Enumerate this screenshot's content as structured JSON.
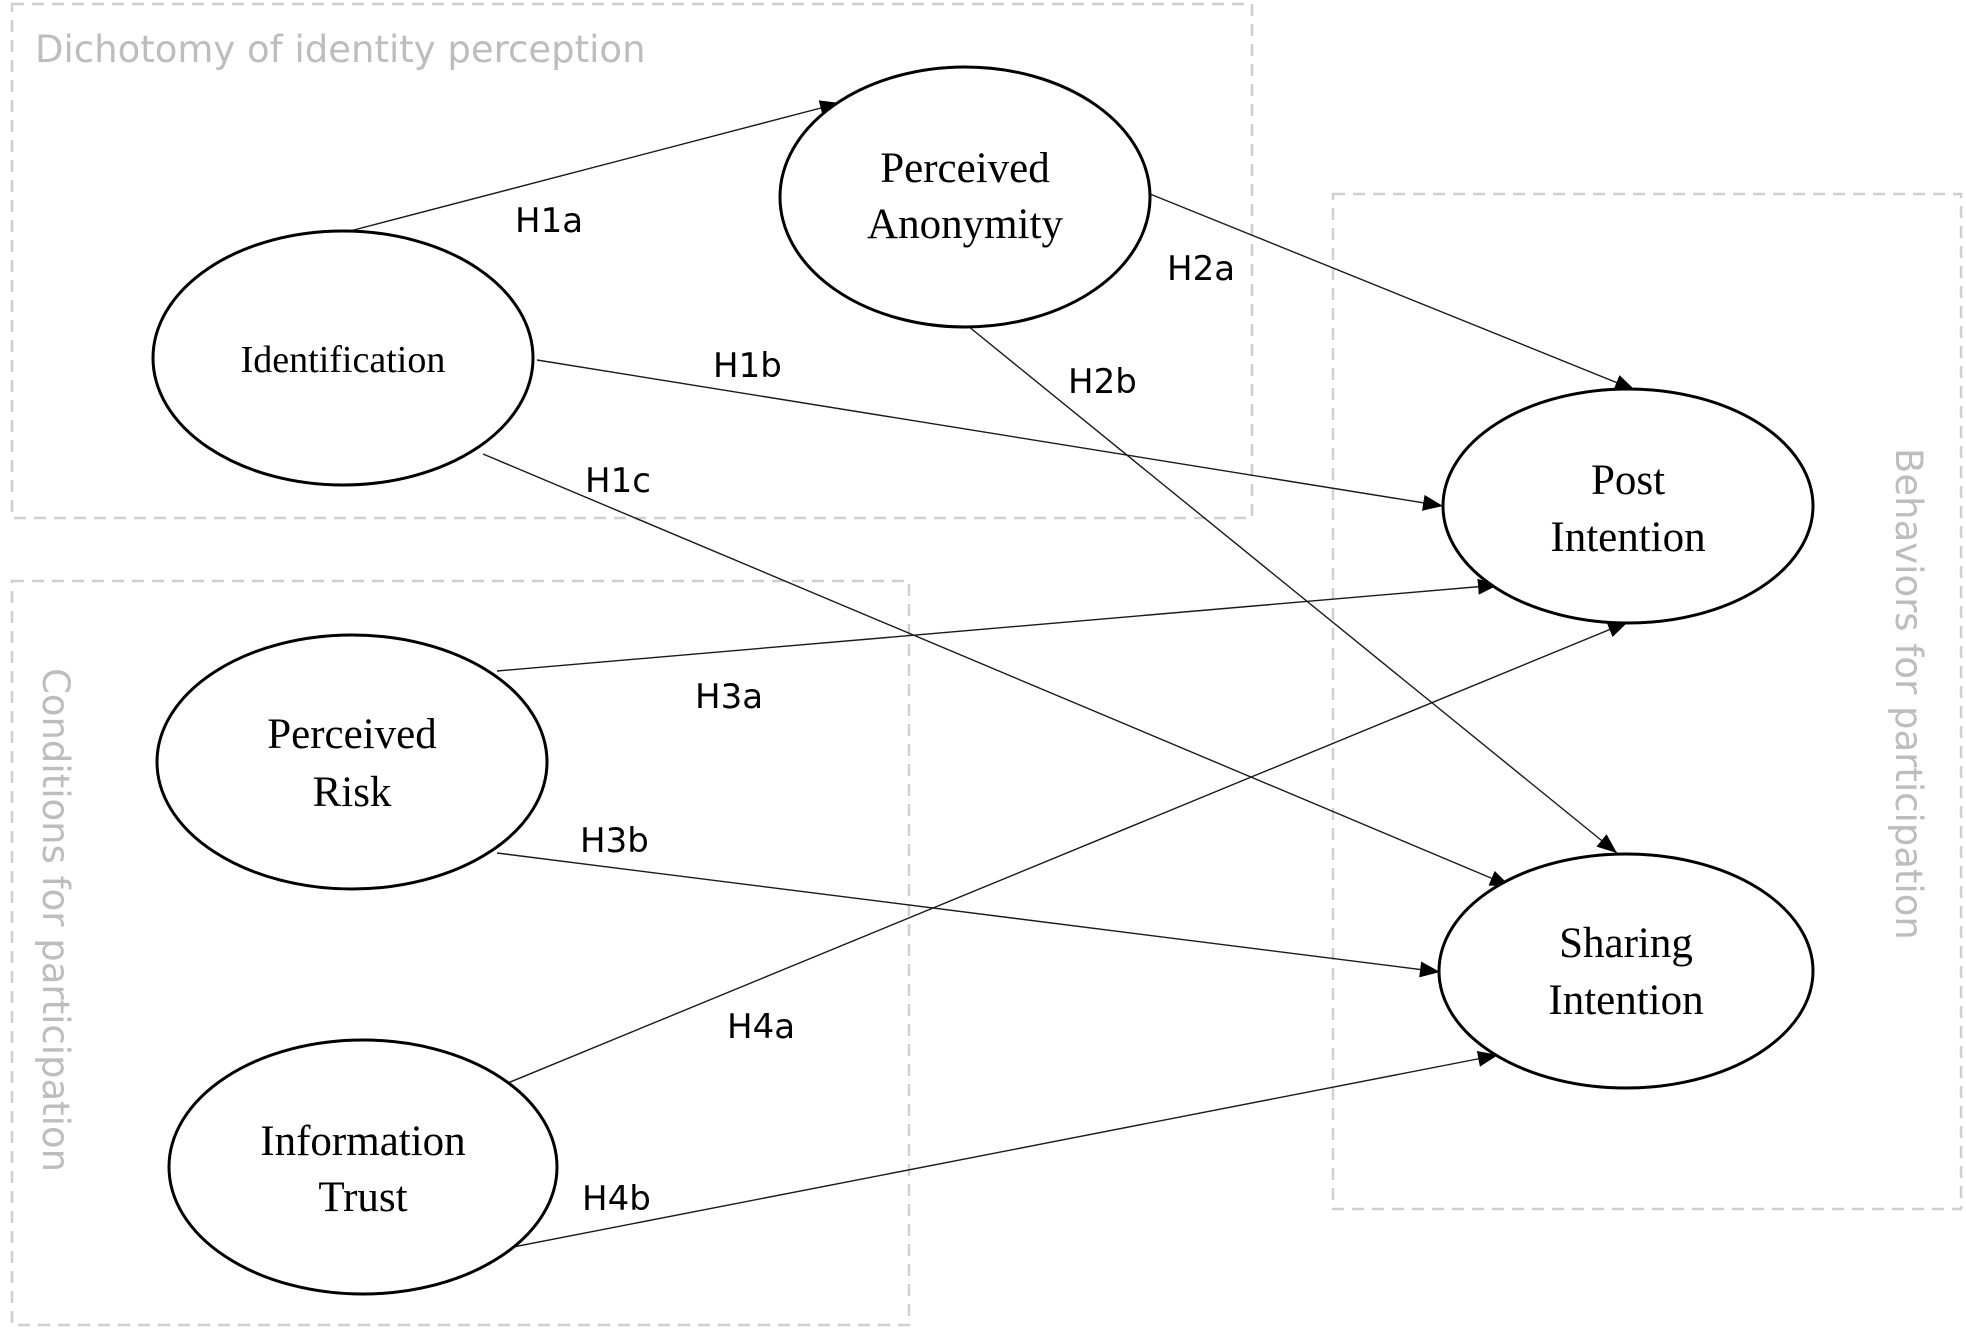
{
  "groups": {
    "identity": "Dichotomy of identity perception",
    "conditions": "Conditions for participation",
    "behaviors": "Behaviors for participation"
  },
  "nodes": {
    "identification": [
      "Identification"
    ],
    "anonymity": [
      "Perceived",
      "Anonymity"
    ],
    "risk": [
      "Perceived",
      "Risk"
    ],
    "trust": [
      "Information",
      "Trust"
    ],
    "post": [
      "Post",
      "Intention"
    ],
    "sharing": [
      "Sharing",
      "Intention"
    ]
  },
  "edges": [
    {
      "id": "H1a",
      "from": "identification",
      "to": "anonymity"
    },
    {
      "id": "H1b",
      "from": "identification",
      "to": "post"
    },
    {
      "id": "H1c",
      "from": "identification",
      "to": "sharing"
    },
    {
      "id": "H2a",
      "from": "anonymity",
      "to": "post"
    },
    {
      "id": "H2b",
      "from": "anonymity",
      "to": "sharing"
    },
    {
      "id": "H3a",
      "from": "risk",
      "to": "post"
    },
    {
      "id": "H3b",
      "from": "risk",
      "to": "sharing"
    },
    {
      "id": "H4a",
      "from": "trust",
      "to": "post"
    },
    {
      "id": "H4b",
      "from": "trust",
      "to": "sharing"
    }
  ]
}
